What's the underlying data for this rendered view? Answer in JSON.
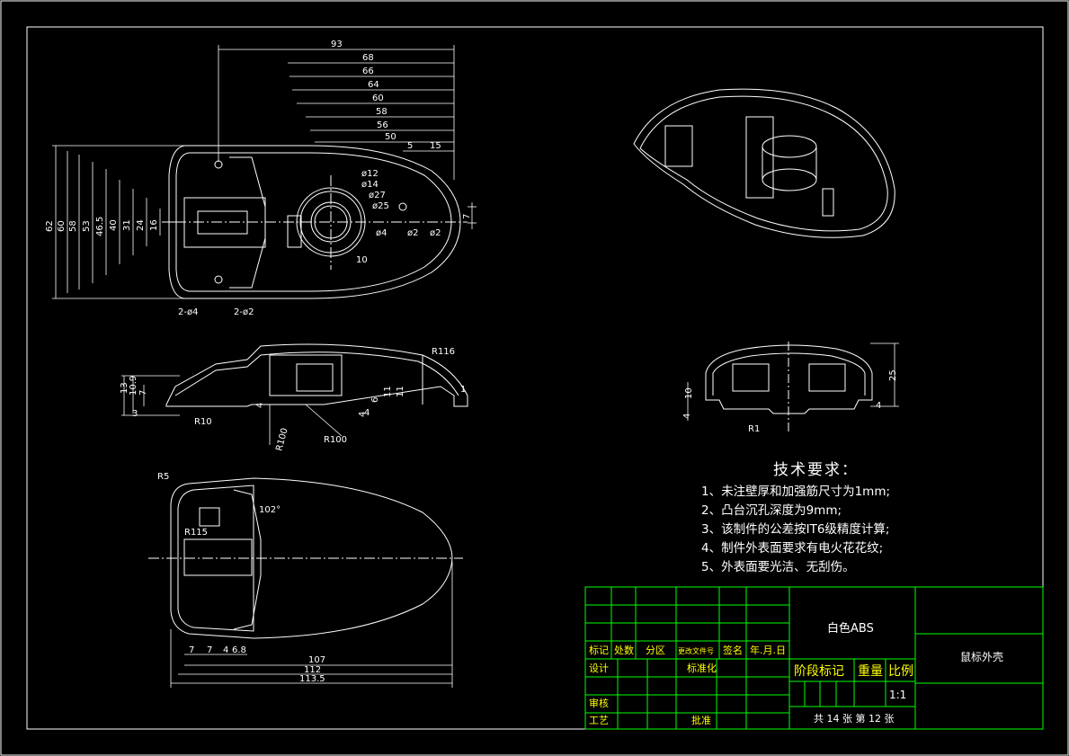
{
  "colors": {
    "background": "#000000",
    "line": "#ffffff",
    "grid": "#00ff00",
    "label": "#ffff00"
  },
  "top_view": {
    "dims_horizontal": [
      "93",
      "68",
      "66",
      "64",
      "60",
      "58",
      "56",
      "50",
      "5",
      "15"
    ],
    "dims_vertical": [
      "62",
      "60",
      "58",
      "53",
      "46.5",
      "40",
      "31",
      "24",
      "16"
    ],
    "dims_right": "7",
    "callouts": [
      "ø12",
      "ø14",
      "ø27",
      "ø25",
      "ø4",
      "ø2",
      "ø2",
      "2-ø4",
      "2-ø2",
      "10"
    ]
  },
  "side_view": {
    "radius_labels": [
      "R116",
      "R10",
      "R100",
      "R100"
    ],
    "dims_left": [
      "13",
      "10.9",
      "7",
      "3"
    ],
    "dims_inner": [
      "4",
      "4",
      "6",
      "11",
      "11",
      "1",
      "4"
    ]
  },
  "front_view": {
    "dims": [
      "10",
      "4",
      "25",
      "4"
    ],
    "radius": "R1"
  },
  "bottom_view": {
    "radius": [
      "R5",
      "R115"
    ],
    "angle": "102°",
    "dims_small": [
      "7",
      "7",
      "4",
      "6.8"
    ],
    "dims_overall": [
      "107",
      "112",
      "113.5"
    ]
  },
  "tech": {
    "title": "技术要求：",
    "items": [
      "1、未注壁厚和加强筋尺寸为1mm;",
      "2、凸台沉孔深度为9mm;",
      "3、该制件的公差按IT6级精度计算;",
      "4、制件外表面要求有电火花花纹;",
      "5、外表面要光洁、无刮伤。"
    ]
  },
  "title_block": {
    "material": "白色ABS",
    "part_name": "鼠标外壳",
    "headers": [
      "标记",
      "处数",
      "分区",
      "更改文件号",
      "签名",
      "年.月.日"
    ],
    "design": "设计",
    "standard": "标准化",
    "stage": "阶段标记",
    "weight": "重量",
    "ratio": "比例",
    "scale": "1:1",
    "review": "审核",
    "craft": "工艺",
    "approve": "批准",
    "sheets": "共 14 张  第 12 张"
  }
}
